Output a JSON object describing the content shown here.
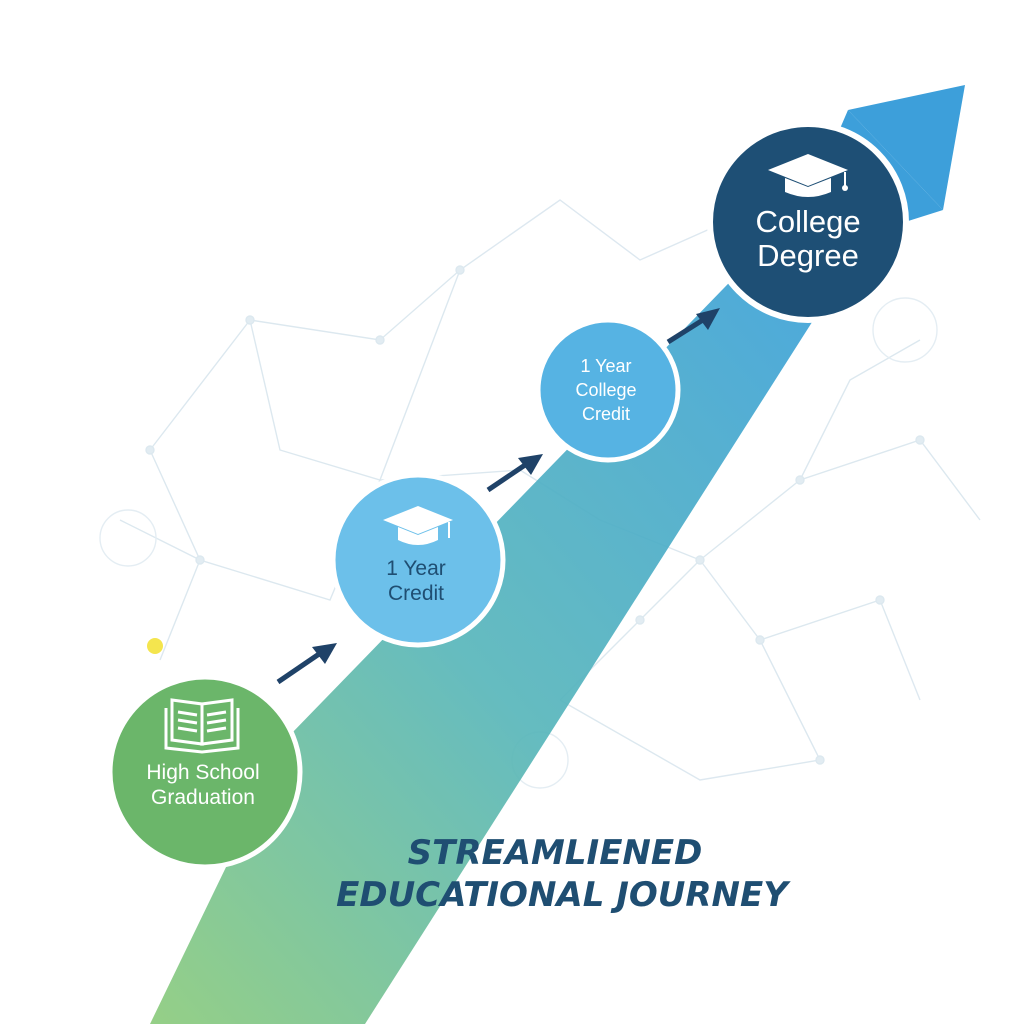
{
  "diagram": {
    "steps": [
      {
        "line1": "High School",
        "line2": "Graduation",
        "icon": "open-book-icon"
      },
      {
        "line1": "1 Year",
        "line2": "Credit",
        "icon": "graduation-cap-icon"
      },
      {
        "line1": "1 Year",
        "line2": "College",
        "line3": "Credit",
        "icon": "none"
      },
      {
        "line1": "College",
        "line2": "Degree",
        "icon": "graduation-cap-icon"
      }
    ],
    "title_line1": "STREAMLIENED",
    "title_line2": "EDUCATIONAL JOURNEY"
  },
  "colors": {
    "arrow_start": "#7cc576",
    "arrow_mid": "#52b4c0",
    "arrow_end": "#3aa2dc",
    "step1": "#6bb66a",
    "step2": "#6cc0ea",
    "step3": "#56b3e3",
    "step4": "#1e4f75",
    "title": "#1f4e72",
    "speed_lines": "#5cb4e8"
  }
}
